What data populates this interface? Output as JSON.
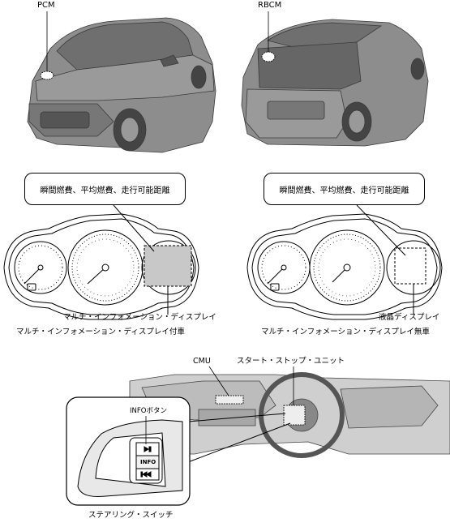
{
  "top": {
    "pcm_label": "PCM",
    "rbcm_label": "RBCM"
  },
  "clusters": {
    "callout_text_left": "瞬間燃費、平均燃費、走行可能距離",
    "callout_text_right": "瞬間燃費、平均燃費、走行可能距離",
    "multi_display_label": "マルチ・インフォメーション・ディスプレイ",
    "with_md_caption": "マルチ・インフォメーション・ディスプレイ付車",
    "lcd_label": "液晶ディスプレイ",
    "without_md_caption": "マルチ・インフォメーション・ディスプレイ無車"
  },
  "cabin": {
    "cmu_label": "CMU",
    "start_stop_label": "スタート・ストップ・ユニット",
    "info_button_label": "INFOボタン",
    "info_key_text": "INFO",
    "steering_switch_label": "ステアリング・スイッチ"
  }
}
